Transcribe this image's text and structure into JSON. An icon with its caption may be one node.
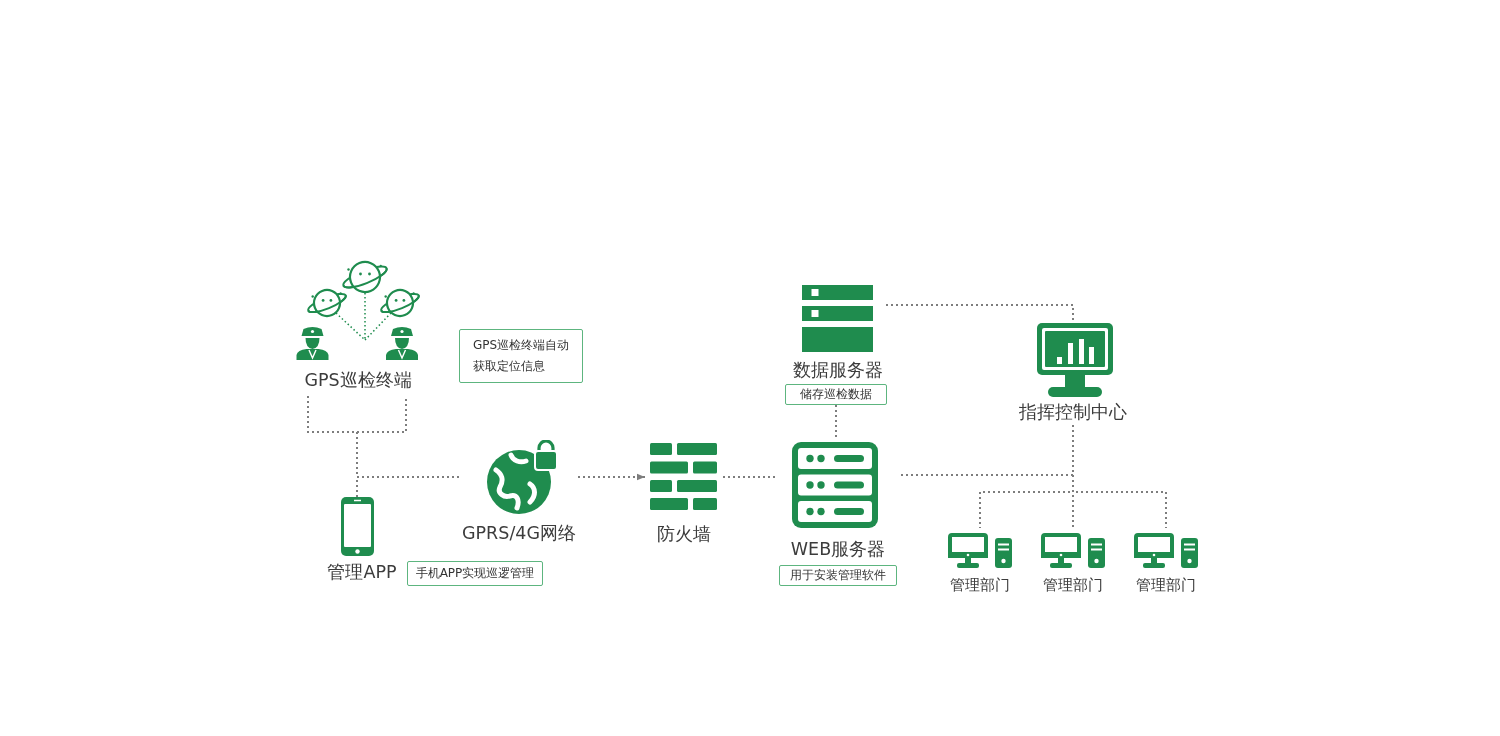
{
  "diagram": {
    "nodes": [
      {
        "text": [
          "GPS巡检终端"
        ]
      },
      {
        "text": [
          "GPS巡检终端自动获取定位信息"
        ]
      },
      {
        "text": [
          "管理APP"
        ]
      },
      {
        "text": [
          "手机APP实现巡逻管理"
        ]
      },
      {
        "text": [
          "GPRS/4G网络"
        ]
      },
      {
        "text": [
          "防火墙"
        ]
      },
      {
        "text": [
          "数据服务器"
        ]
      },
      {
        "text": [
          "储存巡检数据"
        ]
      },
      {
        "text": [
          "WEB服务器"
        ]
      },
      {
        "text": [
          "用于安装管理软件"
        ]
      },
      {
        "text": [
          "指挥控制中心"
        ]
      },
      {
        "text": [
          "管理部门"
        ]
      },
      {
        "text": [
          "管理部门"
        ]
      },
      {
        "text": [
          "管理部门"
        ]
      }
    ],
    "edges": [
      {
        "from": 0,
        "to": 4,
        "arrow": "none"
      },
      {
        "from": 2,
        "to": 4,
        "arrow": "none"
      },
      {
        "from": 4,
        "to": 5,
        "arrow": "to"
      },
      {
        "from": 5,
        "to": 8,
        "arrow": "none"
      },
      {
        "from": 7,
        "to": 8,
        "arrow": "none"
      },
      {
        "from": 6,
        "to": 10,
        "arrow": "none"
      },
      {
        "from": 8,
        "to": 10,
        "arrow": "none"
      },
      {
        "from": 10,
        "to": 11,
        "arrow": "none"
      },
      {
        "from": 10,
        "to": 12,
        "arrow": "none"
      },
      {
        "from": 10,
        "to": 13,
        "arrow": "none"
      }
    ]
  }
}
